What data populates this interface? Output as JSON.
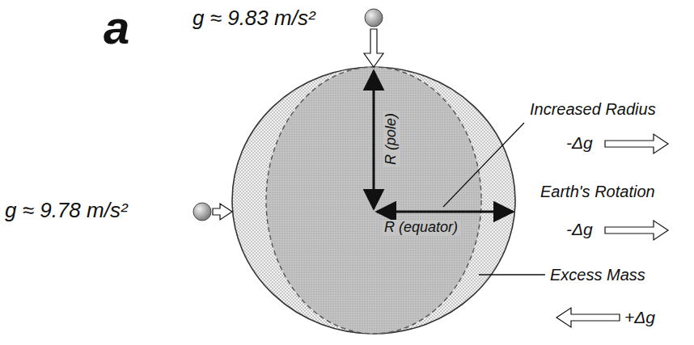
{
  "diagram": {
    "labels": [
      "a",
      "g ≈ 9.83 m/s²",
      "g ≈ 9.78 m/s²",
      "R (pole)",
      "R (equator)",
      "Increased Radius",
      "-Δg",
      "Earth's Rotation",
      "-Δg",
      "Excess Mass",
      "+Δg"
    ]
  }
}
